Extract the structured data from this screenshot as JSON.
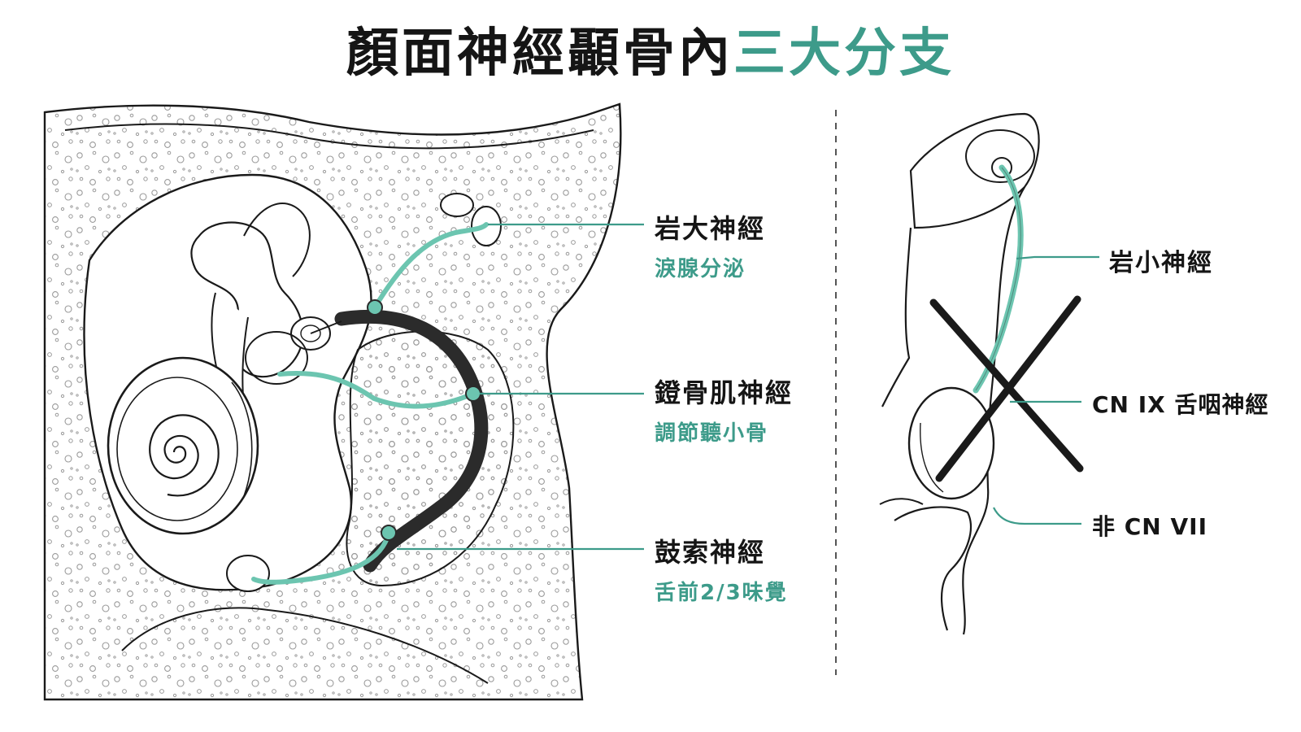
{
  "title": {
    "prefix": "顏面神經顳骨內",
    "accent": "三大分支"
  },
  "colors": {
    "accent": "#3d9b8a",
    "nerve_accent": "#6cc5b0",
    "nerve_dark": "#2b2b2b",
    "outline": "#1a1a1a"
  },
  "left_panel": {
    "branches": [
      {
        "name": "岩大神經",
        "function": "淚腺分泌"
      },
      {
        "name": "鐙骨肌神經",
        "function": "調節聽小骨"
      },
      {
        "name": "鼓索神經",
        "function": "舌前2/3味覺"
      }
    ]
  },
  "right_panel": {
    "labels": [
      {
        "text": "岩小神經"
      },
      {
        "text": "CN IX 舌咽神經"
      },
      {
        "text": "非 CN VII"
      }
    ]
  }
}
